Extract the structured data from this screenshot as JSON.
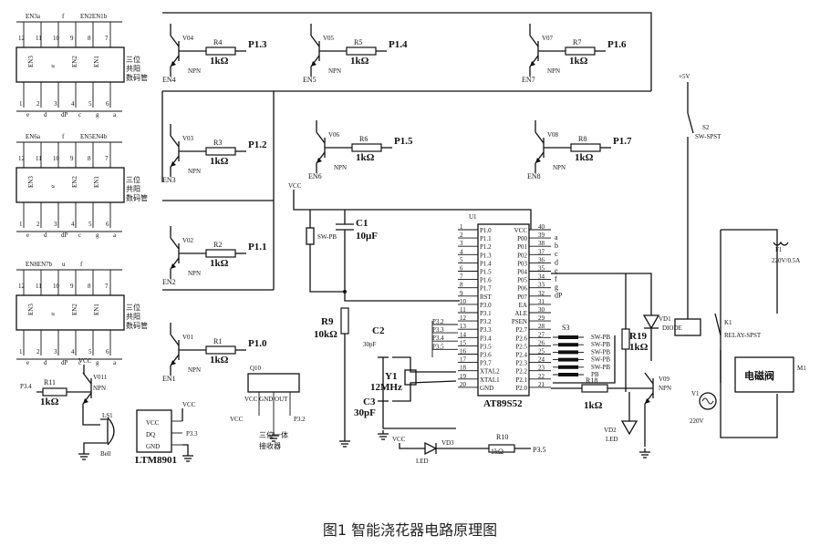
{
  "caption": "图1  智能浇花器电路原理图",
  "displays": [
    {
      "top_labels": [
        "EN3a",
        "f",
        "EN2EN1b"
      ],
      "top_pins": [
        "12",
        "11",
        "10",
        "9",
        "8",
        "7"
      ],
      "segs": [
        "EN3",
        "e",
        "EN2",
        "EN1"
      ],
      "bottom_pins": [
        "1",
        "2",
        "3",
        "4",
        "5",
        "6"
      ],
      "bottom_labels": [
        "e",
        "d",
        "dP",
        "c",
        "g",
        "a"
      ],
      "desc": [
        "三位",
        "共阳",
        "数码管"
      ]
    },
    {
      "top_labels": [
        "EN6a",
        "f",
        "EN5EN4b"
      ],
      "top_pins": [
        "12",
        "11",
        "10",
        "9",
        "8",
        "7"
      ],
      "segs": [
        "EN3",
        "e",
        "EN2",
        "EN1"
      ],
      "bottom_pins": [
        "1",
        "2",
        "3",
        "4",
        "5",
        "6"
      ],
      "bottom_labels": [
        "e",
        "d",
        "dP",
        "c",
        "g",
        "a"
      ],
      "desc": [
        "三位",
        "共阳",
        "数码管"
      ]
    },
    {
      "top_labels": [
        "EN8EN7b",
        "u",
        "f"
      ],
      "top_pins": [
        "12",
        "11",
        "10",
        "9",
        "8",
        "7"
      ],
      "segs": [
        "EN3",
        "e",
        "EN2",
        "EN1"
      ],
      "bottom_pins": [
        "1",
        "2",
        "3",
        "4",
        "5",
        "6"
      ],
      "bottom_labels": [
        "e",
        "d",
        "dP",
        "c",
        "g",
        "a"
      ],
      "desc": [
        "三位",
        "共阳",
        "数码管"
      ]
    }
  ],
  "transistors": [
    {
      "v": "V04",
      "r": "R4",
      "rv": "1kΩ",
      "port": "P1.3",
      "en": "EN4",
      "type": "NPN"
    },
    {
      "v": "V05",
      "r": "R5",
      "rv": "1kΩ",
      "port": "P1.4",
      "en": "EN5",
      "type": "NPN"
    },
    {
      "v": "V07",
      "r": "R7",
      "rv": "1kΩ",
      "port": "P1.6",
      "en": "EN7",
      "type": "NPN"
    },
    {
      "v": "V03",
      "r": "R3",
      "rv": "1kΩ",
      "port": "P1.2",
      "en": "EN3",
      "type": "NPN"
    },
    {
      "v": "V06",
      "r": "R6",
      "rv": "1kΩ",
      "port": "P1.5",
      "en": "EN6",
      "type": "NPN"
    },
    {
      "v": "V08",
      "r": "R8",
      "rv": "1kΩ",
      "port": "P1.7",
      "en": "EN8",
      "type": "NPN"
    },
    {
      "v": "V02",
      "r": "R2",
      "rv": "1kΩ",
      "port": "P1.1",
      "en": "EN2",
      "type": "NPN"
    },
    {
      "v": "V01",
      "r": "R1",
      "rv": "1kΩ",
      "port": "P1.0",
      "en": "EN1",
      "type": "NPN"
    }
  ],
  "mcu": {
    "ref": "U1",
    "name": "AT89S52",
    "left_pins": [
      {
        "n": "1",
        "l": "P1.0"
      },
      {
        "n": "2",
        "l": "P1.1"
      },
      {
        "n": "3",
        "l": "P1.2"
      },
      {
        "n": "4",
        "l": "P1.3"
      },
      {
        "n": "5",
        "l": "P1.4"
      },
      {
        "n": "6",
        "l": "P1.5"
      },
      {
        "n": "7",
        "l": "P1.6"
      },
      {
        "n": "8",
        "l": "P1.7"
      },
      {
        "n": "9",
        "l": "RST"
      },
      {
        "n": "10",
        "l": "P3.0"
      },
      {
        "n": "11",
        "l": "P3.1"
      },
      {
        "n": "12",
        "l": "P3.2"
      },
      {
        "n": "13",
        "l": "P3.3"
      },
      {
        "n": "14",
        "l": "P3.4"
      },
      {
        "n": "15",
        "l": "P3.5"
      },
      {
        "n": "16",
        "l": "P3.6"
      },
      {
        "n": "17",
        "l": "P3.7"
      },
      {
        "n": "18",
        "l": "XTAL2"
      },
      {
        "n": "19",
        "l": "XTAL1"
      },
      {
        "n": "20",
        "l": "GND"
      }
    ],
    "right_pins": [
      {
        "n": "40",
        "l": "VCC"
      },
      {
        "n": "39",
        "l": "P00"
      },
      {
        "n": "38",
        "l": "P01"
      },
      {
        "n": "37",
        "l": "P02"
      },
      {
        "n": "36",
        "l": "P03"
      },
      {
        "n": "35",
        "l": "P04"
      },
      {
        "n": "34",
        "l": "P05"
      },
      {
        "n": "33",
        "l": "P06"
      },
      {
        "n": "32",
        "l": "P07"
      },
      {
        "n": "31",
        "l": "EA"
      },
      {
        "n": "30",
        "l": "ALE"
      },
      {
        "n": "29",
        "l": "PSEN"
      },
      {
        "n": "28",
        "l": "P2.7"
      },
      {
        "n": "27",
        "l": "P2.6"
      },
      {
        "n": "26",
        "l": "P2.5"
      },
      {
        "n": "25",
        "l": "P2.4"
      },
      {
        "n": "24",
        "l": "P2.3"
      },
      {
        "n": "23",
        "l": "P2.2"
      },
      {
        "n": "22",
        "l": "P2.1"
      },
      {
        "n": "21",
        "l": "P2.0"
      }
    ],
    "left_side_ports": [
      "P3.2",
      "P3.3",
      "P3.4",
      "P3.5"
    ],
    "bus_labels": [
      "a",
      "b",
      "c",
      "d",
      "e",
      "f",
      "g",
      "dP"
    ]
  },
  "labels": {
    "vcc": "VCC",
    "plus5v": "+5V",
    "s2": "S2",
    "s2_type": "SW-SPST",
    "sw_pb": "SW-PB",
    "c1": "C1",
    "c1_val": "10μF",
    "r9": "R9",
    "r9_val": "10kΩ",
    "c2_val": "30pF",
    "c3_val": "30pF",
    "c3": "C3",
    "c2": "C2",
    "y1": "Y1",
    "y1_val": "12MHz",
    "s3": "S3",
    "s3_items": [
      "SW-PB",
      "SW-PB",
      "SW-PB",
      "SW-PB",
      "SW-PB",
      "PB"
    ],
    "r19": "R19",
    "r19_val": "1kΩ",
    "vd1": "VD1",
    "vd1_type": "DIODE",
    "k1": "K1",
    "k1_type": "RELAY-SPST",
    "f1": "F1",
    "f1_val": "220V/0.5A",
    "valve": "电磁阀",
    "valve_ref": "M1",
    "v1": "V1",
    "v1_val": "220V",
    "v09": "V09",
    "v09_type": "NPN",
    "r18": "R18",
    "r18_val": "1kΩ",
    "vd2": "VD2",
    "vd2_type": "LED",
    "vd3": "VD3",
    "vd3_type": "LED",
    "r10": "R10",
    "r10_val": "1kΩ",
    "p35": "P3.5",
    "v011": "V011",
    "v011_type": "NPN",
    "r11": "R11",
    "r11_val": "1kΩ",
    "p34": "P3.4",
    "ls1": "LS1",
    "ls1_type": "Bell",
    "ltm": "LTM8901",
    "ltm_pins": [
      "VCC",
      "DQ",
      "GND"
    ],
    "p33": "P3.3",
    "q10": "Q10",
    "q10_pins": "VCC GND OUT",
    "q10_desc": [
      "三位一体",
      "接收器"
    ],
    "p32": "P3.2"
  }
}
